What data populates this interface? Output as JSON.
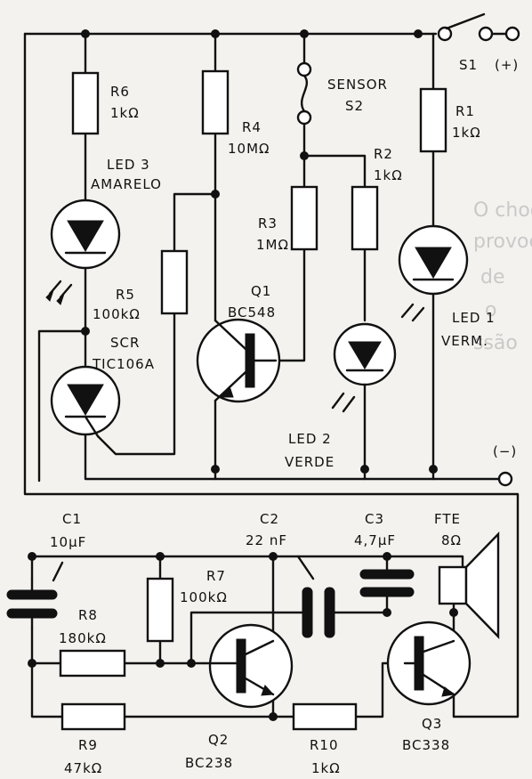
{
  "labels": {
    "s1": "S1",
    "plus": "(+)",
    "minus": "(−)",
    "sensor": "SENSOR",
    "s2": "S2",
    "r6_name": "R6",
    "r6_val": "1kΩ",
    "r4_name": "R4",
    "r4_val": "10MΩ",
    "r1_name": "R1",
    "r1_val": "1kΩ",
    "r2_name": "R2",
    "r2_val": "1kΩ",
    "led3_name": "LED 3",
    "led3_color": "AMARELO",
    "r3_name": "R3",
    "r3_val": "1MΩ",
    "r5_name": "R5",
    "r5_val": "100kΩ",
    "q1_name": "Q1",
    "q1_type": "BC548",
    "led1_name": "LED 1",
    "led1_color": "VERM.",
    "scr_name": "SCR",
    "scr_type": "TIC106A",
    "led2_name": "LED 2",
    "led2_color": "VERDE",
    "c1_name": "C1",
    "c1_val": "10µF",
    "c2_name": "C2",
    "c2_val": "22 nF",
    "c3_name": "C3",
    "c3_val": "4,7µF",
    "fte_name": "FTE",
    "fte_val": "8Ω",
    "r7_name": "R7",
    "r7_val": "100kΩ",
    "r8_name": "R8",
    "r8_val": "180kΩ",
    "r9_name": "R9",
    "r9_val": "47kΩ",
    "q2_name": "Q2",
    "q2_type": "BC238",
    "r10_name": "R10",
    "r10_val": "1kΩ",
    "q3_name": "Q3",
    "q3_type": "BC338"
  },
  "background_text": [
    "O choque é",
    "provocado",
    "de",
    "o",
    "ssão"
  ]
}
